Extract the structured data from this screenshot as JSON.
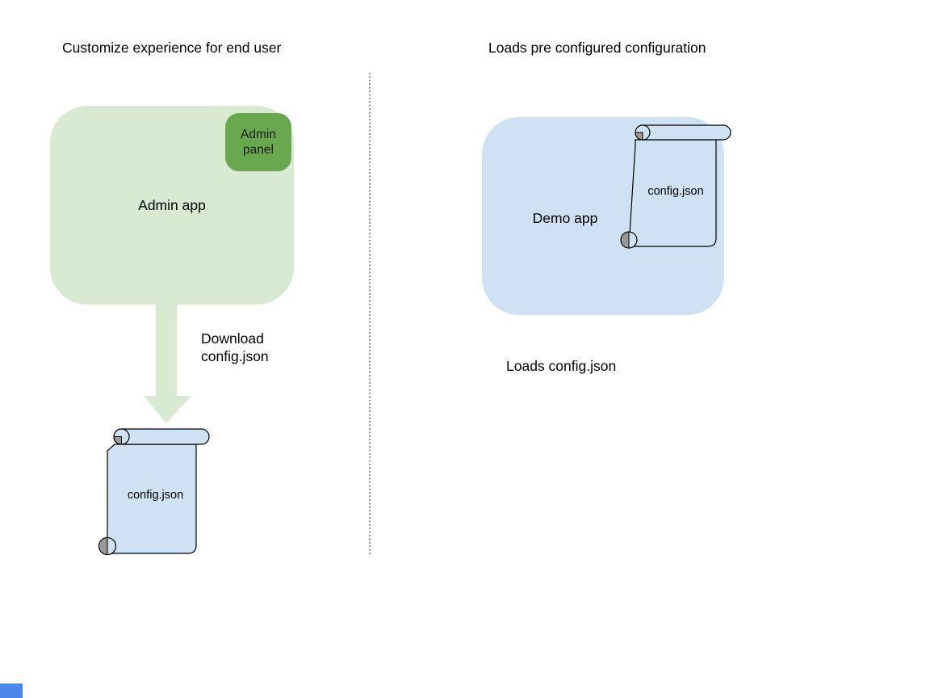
{
  "page": {
    "background": "#ffffff"
  },
  "left_section": {
    "title": "Customize experience for end user",
    "admin_app_box": {
      "label": "Admin app",
      "fill": "#d9ead3"
    },
    "admin_panel_box": {
      "label": "Admin panel",
      "fill": "#6aa84f"
    },
    "download_arrow": {
      "label": "Download\nconfig.json",
      "color": "#d9ead3"
    },
    "config_scroll": {
      "label": "config.json",
      "fill": "#cfe2f3",
      "curl_color": "#999999"
    }
  },
  "right_section": {
    "title": "Loads pre configured configuration",
    "demo_app_box": {
      "label": "Demo app",
      "fill": "#cfe2f3"
    },
    "config_scroll": {
      "label": "config.json",
      "fill": "#cfe2f3",
      "curl_color": "#999999"
    },
    "caption": "Loads config.json"
  },
  "divider": {
    "color": "#8e8e8e",
    "style": "dotted"
  },
  "corner_marker": {
    "color": "#4f86ec"
  }
}
